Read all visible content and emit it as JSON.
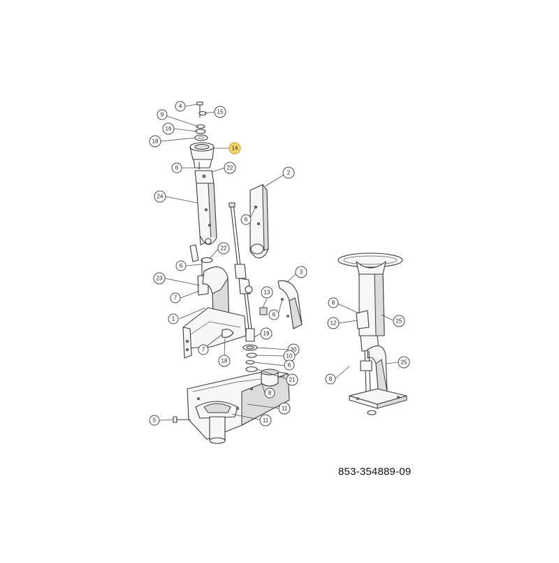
{
  "document_number": "853-354889-09",
  "highlight_color": "#f7d66a",
  "callouts": [
    {
      "id": "c4",
      "label": "4"
    },
    {
      "id": "c15",
      "label": "15"
    },
    {
      "id": "c9",
      "label": "9"
    },
    {
      "id": "c16",
      "label": "16"
    },
    {
      "id": "c18a",
      "label": "18"
    },
    {
      "id": "c14",
      "label": "14",
      "highlighted": true
    },
    {
      "id": "c6a",
      "label": "6"
    },
    {
      "id": "c22a",
      "label": "22"
    },
    {
      "id": "c2",
      "label": "2"
    },
    {
      "id": "c24",
      "label": "24"
    },
    {
      "id": "c6b",
      "label": "6"
    },
    {
      "id": "c22b",
      "label": "22"
    },
    {
      "id": "c6c",
      "label": "6"
    },
    {
      "id": "c3",
      "label": "3"
    },
    {
      "id": "c23",
      "label": "23"
    },
    {
      "id": "c7a",
      "label": "7"
    },
    {
      "id": "c13",
      "label": "13"
    },
    {
      "id": "c6d",
      "label": "6"
    },
    {
      "id": "c1",
      "label": "1"
    },
    {
      "id": "c19",
      "label": "19"
    },
    {
      "id": "c7b",
      "label": "7"
    },
    {
      "id": "c20",
      "label": "20"
    },
    {
      "id": "c18b",
      "label": "18"
    },
    {
      "id": "c10",
      "label": "10"
    },
    {
      "id": "c6e",
      "label": "6"
    },
    {
      "id": "c21",
      "label": "21"
    },
    {
      "id": "c8a",
      "label": "8"
    },
    {
      "id": "c11a",
      "label": "11"
    },
    {
      "id": "c5",
      "label": "5"
    },
    {
      "id": "c11b",
      "label": "11"
    },
    {
      "id": "c8b",
      "label": "8"
    },
    {
      "id": "c12",
      "label": "12"
    },
    {
      "id": "c25a",
      "label": "25"
    },
    {
      "id": "c8c",
      "label": "8"
    },
    {
      "id": "c25b",
      "label": "25"
    }
  ]
}
